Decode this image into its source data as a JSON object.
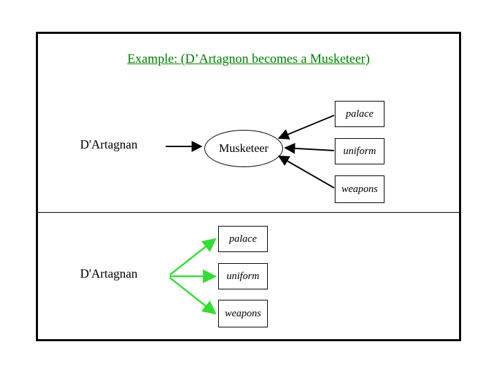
{
  "title": "Example: (D’Artagnon becomes a Musketeer)",
  "top": {
    "source_label": "D'Artagnan",
    "ellipse_label": "Musketeer",
    "boxes": [
      "palace",
      "uniform",
      "weapons"
    ]
  },
  "bottom": {
    "source_label": "D'Artagnan",
    "boxes": [
      "palace",
      "uniform",
      "weapons"
    ]
  },
  "colors": {
    "title": "#008000",
    "frame": "#000000",
    "top_arrows": "#000000",
    "bottom_arrows": "#33dd33"
  }
}
